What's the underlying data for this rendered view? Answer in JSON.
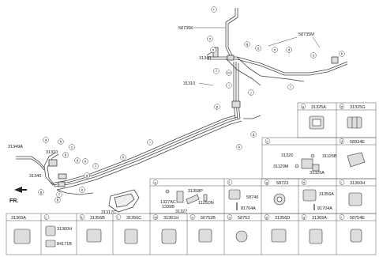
{
  "diagram": {
    "callouts": [
      {
        "id": "r",
        "code": "r"
      },
      {
        "id": "n",
        "code": "n"
      },
      {
        "id": "q1",
        "code": "q"
      },
      {
        "id": "o1",
        "code": "o"
      },
      {
        "id": "s",
        "code": "s"
      },
      {
        "id": "n2",
        "code": "n"
      },
      {
        "id": "d2",
        "code": "d"
      },
      {
        "id": "o2",
        "code": "o"
      },
      {
        "id": "k1",
        "code": "k"
      },
      {
        "id": "m",
        "code": "m"
      },
      {
        "id": "l1",
        "code": "l"
      },
      {
        "id": "i1",
        "code": "i"
      },
      {
        "id": "j1",
        "code": "j"
      },
      {
        "id": "l2",
        "code": "l"
      },
      {
        "id": "p1",
        "code": "p"
      },
      {
        "id": "q2",
        "code": "q"
      },
      {
        "id": "k2",
        "code": "k"
      },
      {
        "id": "i2",
        "code": "i"
      },
      {
        "id": "h",
        "code": "h"
      },
      {
        "id": "a1",
        "code": "a"
      },
      {
        "id": "b1",
        "code": "b"
      },
      {
        "id": "c1",
        "code": "c"
      },
      {
        "id": "b2",
        "code": "b"
      },
      {
        "id": "d3",
        "code": "d"
      },
      {
        "id": "e1",
        "code": "e"
      },
      {
        "id": "f1",
        "code": "f"
      },
      {
        "id": "g1",
        "code": "g"
      },
      {
        "id": "g2",
        "code": "g"
      },
      {
        "id": "b3",
        "code": "b"
      },
      {
        "id": "e2",
        "code": "e"
      },
      {
        "id": "f2",
        "code": "f"
      }
    ],
    "labels": {
      "p58736K": "58736K",
      "p58735M": "58735M",
      "p31340a": "31340",
      "p31310a": "31310",
      "p31349A": "31349A",
      "p31310b": "31310",
      "p31340b": "31340",
      "p31317C": "31317C"
    },
    "front_indicator": "FR."
  },
  "grid": {
    "row1": [
      {
        "letter": "a",
        "part": "31325A"
      },
      {
        "letter": "b",
        "part": "31325G"
      }
    ],
    "row2": [
      {
        "letter": "c",
        "parts": [
          "31326",
          "31126B",
          "31129M",
          "31325A"
        ]
      },
      {
        "letter": "d",
        "part": "58934E"
      }
    ],
    "row3": [
      {
        "letter": "e",
        "parts": [
          "31358P",
          "1327AC",
          "1339B",
          "31327",
          "1125DN"
        ]
      },
      {
        "letter": "f",
        "parts": [
          "58746",
          "81704A"
        ]
      },
      {
        "letter": "g",
        "part": "58723"
      },
      {
        "letter": "h",
        "parts": [
          "31356A",
          "81704A"
        ]
      },
      {
        "letter": "i",
        "part": "31360H"
      }
    ],
    "row4": [
      {
        "letter": "",
        "part": "31365A"
      },
      {
        "letter": "j",
        "parts": [
          "31360H",
          "84171B"
        ]
      },
      {
        "letter": "k",
        "part": "31356B"
      },
      {
        "letter": "l",
        "part": "31356C"
      },
      {
        "letter": "m",
        "part": "31361H"
      },
      {
        "letter": "n",
        "part": "56752B"
      },
      {
        "letter": "o",
        "part": "58753"
      },
      {
        "letter": "p",
        "part": "31356D"
      },
      {
        "letter": "q",
        "part": "31365A"
      },
      {
        "letter": "r",
        "part": "58754E"
      }
    ]
  }
}
